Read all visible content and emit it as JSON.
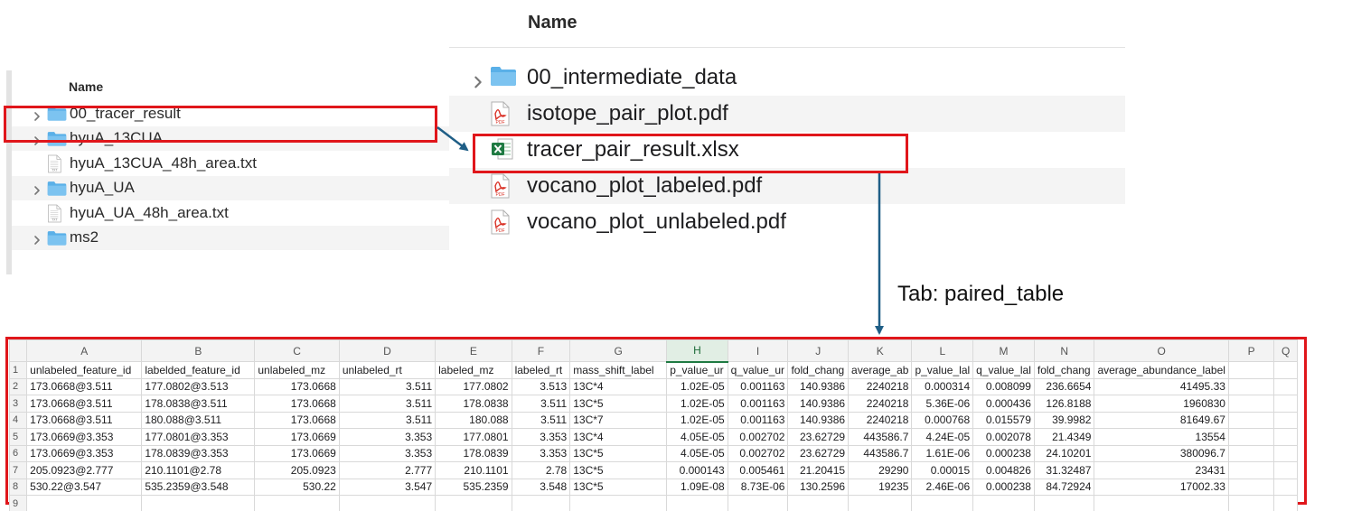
{
  "left_finder": {
    "column_header": "Name",
    "items": [
      {
        "name": "00_tracer_result",
        "type": "folder",
        "expandable": true
      },
      {
        "name": "hyuA_13CUA",
        "type": "folder",
        "expandable": true
      },
      {
        "name": "hyuA_13CUA_48h_area.txt",
        "type": "txt",
        "expandable": false
      },
      {
        "name": "hyuA_UA",
        "type": "folder",
        "expandable": true
      },
      {
        "name": "hyuA_UA_48h_area.txt",
        "type": "txt",
        "expandable": false
      },
      {
        "name": "ms2",
        "type": "folder",
        "expandable": true
      }
    ]
  },
  "right_finder": {
    "column_header": "Name",
    "items": [
      {
        "name": "00_intermediate_data",
        "type": "folder",
        "expandable": true
      },
      {
        "name": "isotope_pair_plot.pdf",
        "type": "pdf",
        "expandable": false
      },
      {
        "name": "tracer_pair_result.xlsx",
        "type": "xlsx",
        "expandable": false
      },
      {
        "name": "vocano_plot_labeled.pdf",
        "type": "pdf",
        "expandable": false
      },
      {
        "name": "vocano_plot_unlabeled.pdf",
        "type": "pdf",
        "expandable": false
      }
    ]
  },
  "caption": "Tab: paired_table",
  "colors": {
    "highlight": "#e0161b",
    "arrow": "#1f5e86",
    "folder": "#5ab0e8",
    "pdf": "#d93025",
    "excel": "#1f7a42"
  },
  "icon_labels": {
    "pdf": "PDF",
    "txt": "TXT"
  },
  "spreadsheet": {
    "column_letters": [
      "A",
      "B",
      "C",
      "D",
      "E",
      "F",
      "G",
      "H",
      "I",
      "J",
      "K",
      "L",
      "M",
      "N",
      "O",
      "P",
      "Q"
    ],
    "selected_column": "H",
    "row_numbers": [
      "1",
      "2",
      "3",
      "4",
      "5",
      "6",
      "7",
      "8",
      "9"
    ],
    "header_row": [
      "unlabeled_feature_id",
      "labelded_feature_id",
      "unlabeled_mz",
      "unlabeled_rt",
      "labeled_mz",
      "labeled_rt",
      "mass_shift_label",
      "p_value_ur",
      "q_value_ur",
      "fold_chang",
      "average_ab",
      "p_value_lal",
      "q_value_lal",
      "fold_chang",
      "average_abundance_label",
      "",
      ""
    ],
    "rows": [
      [
        "173.0668@3.511",
        "177.0802@3.513",
        "173.0668",
        "3.511",
        "177.0802",
        "3.513",
        "13C*4",
        "1.02E-05",
        "0.001163",
        "140.9386",
        "2240218",
        "0.000314",
        "0.008099",
        "236.6654",
        "41495.33",
        "",
        ""
      ],
      [
        "173.0668@3.511",
        "178.0838@3.511",
        "173.0668",
        "3.511",
        "178.0838",
        "3.511",
        "13C*5",
        "1.02E-05",
        "0.001163",
        "140.9386",
        "2240218",
        "5.36E-06",
        "0.000436",
        "126.8188",
        "1960830",
        "",
        ""
      ],
      [
        "173.0668@3.511",
        "180.088@3.511",
        "173.0668",
        "3.511",
        "180.088",
        "3.511",
        "13C*7",
        "1.02E-05",
        "0.001163",
        "140.9386",
        "2240218",
        "0.000768",
        "0.015579",
        "39.9982",
        "81649.67",
        "",
        ""
      ],
      [
        "173.0669@3.353",
        "177.0801@3.353",
        "173.0669",
        "3.353",
        "177.0801",
        "3.353",
        "13C*4",
        "4.05E-05",
        "0.002702",
        "23.62729",
        "443586.7",
        "4.24E-05",
        "0.002078",
        "21.4349",
        "13554",
        "",
        ""
      ],
      [
        "173.0669@3.353",
        "178.0839@3.353",
        "173.0669",
        "3.353",
        "178.0839",
        "3.353",
        "13C*5",
        "4.05E-05",
        "0.002702",
        "23.62729",
        "443586.7",
        "1.61E-06",
        "0.000238",
        "24.10201",
        "380096.7",
        "",
        ""
      ],
      [
        "205.0923@2.777",
        "210.1101@2.78",
        "205.0923",
        "2.777",
        "210.1101",
        "2.78",
        "13C*5",
        "0.000143",
        "0.005461",
        "21.20415",
        "29290",
        "0.00015",
        "0.004826",
        "31.32487",
        "23431",
        "",
        ""
      ],
      [
        "530.22@3.547",
        "535.2359@3.548",
        "530.22",
        "3.547",
        "535.2359",
        "3.548",
        "13C*5",
        "1.09E-08",
        "8.73E-06",
        "130.2596",
        "19235",
        "2.46E-06",
        "0.000238",
        "84.72924",
        "17002.33",
        "",
        ""
      ]
    ]
  }
}
